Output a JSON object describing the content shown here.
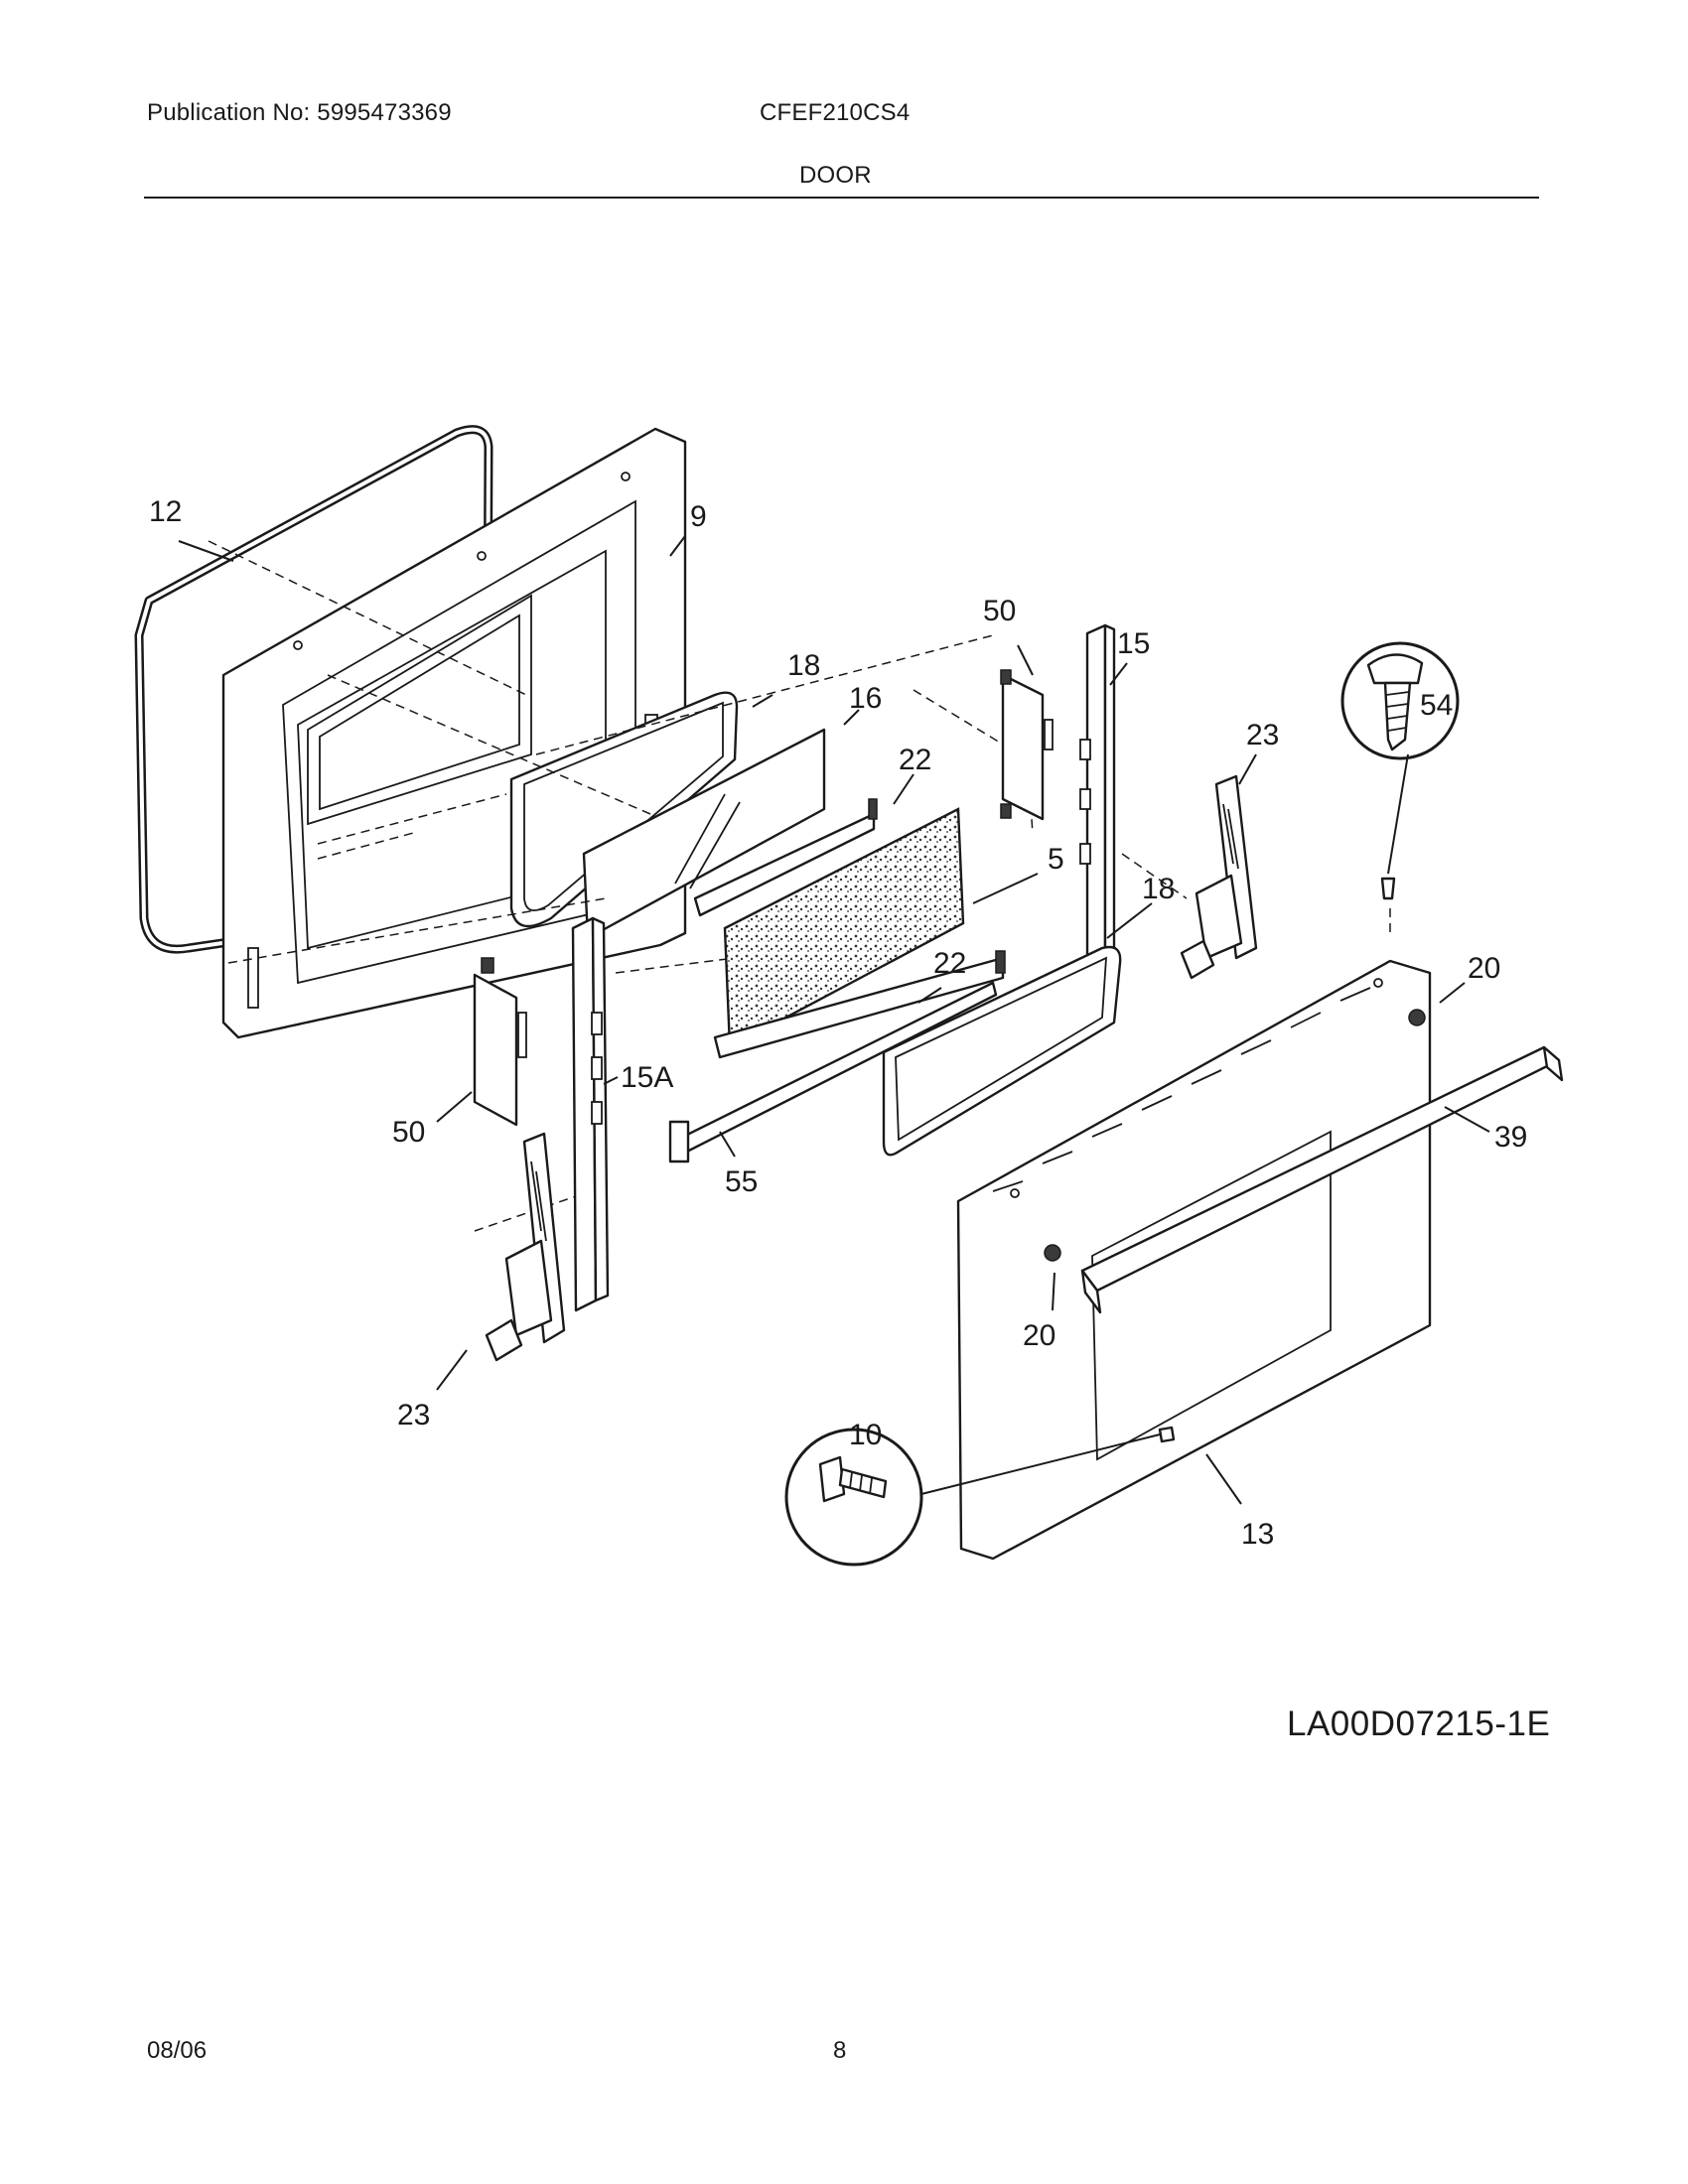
{
  "header": {
    "publication": "Publication No: 5995473369",
    "model": "CFEF210CS4",
    "section_title": "DOOR"
  },
  "diagram": {
    "callouts": {
      "c12": "12",
      "c9": "9",
      "c18a": "18",
      "c16": "16",
      "c50a": "50",
      "c15": "15",
      "c54": "54",
      "c23a": "23",
      "c22a": "22",
      "c5": "5",
      "c18b": "18",
      "c20a": "20",
      "c22b": "22",
      "c15a": "15A",
      "c50b": "50",
      "c39": "39",
      "c55": "55",
      "c20b": "20",
      "c23b": "23",
      "c10": "10",
      "c13": "13"
    },
    "drawing_code": "LA00D07215-1E"
  },
  "footer": {
    "date": "08/06",
    "page": "8"
  }
}
